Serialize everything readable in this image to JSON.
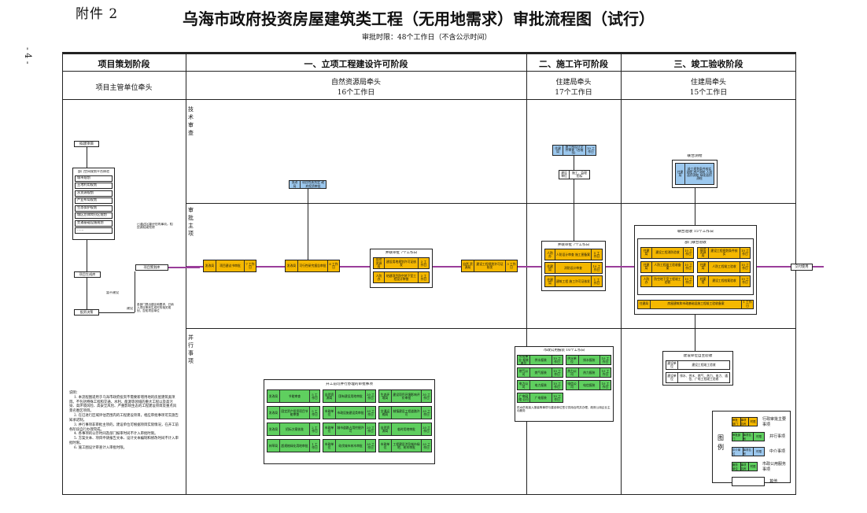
{
  "header": {
    "attachment": "附件 2",
    "title": "乌海市政府投资房屋建筑类工程（无用地需求）审批流程图（试行）",
    "subtitle": "审批时限：48个工作日（不含公示时间）",
    "page_number": "- 4 -"
  },
  "stages": [
    {
      "name": "项目策划阶段",
      "lead": "项目主管单位牵头",
      "days": ""
    },
    {
      "name": "一、立项工程建设许可阶段",
      "lead": "自然资源局牵头",
      "days": "16个工作日"
    },
    {
      "name": "二、施工许可阶段",
      "lead": "住建局牵头",
      "days": "17个工作日"
    },
    {
      "name": "三、竣工验收阶段",
      "lead": "住建局牵头",
      "days": "15个工作日"
    }
  ],
  "row_labels": {
    "tech": [
      "技",
      "术",
      "审",
      "查"
    ],
    "main": [
      "审",
      "批",
      "主",
      "项"
    ],
    "parallel": [
      "并",
      "行",
      "事",
      "项"
    ]
  },
  "planning": {
    "project_approval": "拟建项目",
    "platform_title": "部门空间规划平台体验",
    "platform_items": [
      "城市规划",
      "土地利用规划",
      "水资源规划",
      "产业布局规划",
      "生态保护规划",
      "城区总体和分区规划",
      "交通基础设施规划",
      "……"
    ],
    "project_generation": "项目生成库",
    "feedback": "暂不建设",
    "decision": "投资决策",
    "build": "建设",
    "note1": "已通过区域评估的事项，相应减轻或免除",
    "note2": "各部门提出建议和要求，已纳入项目策划生成时的相关规划，告知项目单位",
    "project_plan": "项目策划库"
  },
  "stage1": {
    "tech_box": [
      "发改局",
      "项目性质判定 政府投资审批"
    ],
    "main_boxes": [
      [
        "发改局",
        "项目建议书审批",
        "7 工作日"
      ],
      [
        "发改局",
        "可行性研究报告审批",
        "6 工作日"
      ],
      [
        "自然 资源局",
        "建设工程规划许可证核发",
        "3 工作日"
      ]
    ],
    "group_title": "并联审批 7个工作日",
    "group_boxes": [
      [
        "自然 资源局",
        "建设用地规划许可证核发",
        "3 工作日"
      ],
      [
        "人防办",
        "结建项目防空地下室工程设计审查",
        "3 工作日"
      ]
    ]
  },
  "stage2": {
    "tech_box": [
      "住建局",
      "施工图设计文件审查（合格书）",
      "10 工作日"
    ],
    "tech_sub": [
      "建设 单位",
      "施工、监理 招标"
    ],
    "group_title": "并联审批 7个工作日",
    "group_boxes": [
      [
        "人防办",
        "人防设计审查 施工图备案",
        "5 工作日"
      ],
      [
        "住建局",
        "消防设计审查",
        "10 工作日"
      ],
      [
        "住建局",
        "建筑工程 施工许可证核发",
        "1 工作日"
      ]
    ],
    "public_title": "市政公用报装 16个工作日",
    "public_boxes": [
      [
        "公用事业 报装单位",
        "供水报装",
        "10 工作日"
      ],
      [
        "供水单位",
        "排水报装",
        "10 工作日"
      ],
      [
        "燃气公司",
        "燃气报装",
        "10 工作日"
      ],
      [
        "电力公司",
        "电力报装",
        "10 工作日"
      ],
      [
        "电信公司",
        "电信报装",
        "10 工作日"
      ],
      [
        "热力公司",
        "热力报装",
        "10 工作日"
      ],
      [
        "广电网络 公司",
        "广电报装",
        "10 工作日"
      ]
    ],
    "public_note": "供水供电接入报装等事项与建设单位签订供用合同并办理，政府公用企业主动服务"
  },
  "stage3": {
    "tech_title": "联合测绘",
    "tech_box": [
      "住建局",
      "竣工规划条件核实测绘 房产测绘 人防面积测绘 绿化面积测绘"
    ],
    "main_title": "联合验收 15个工作日",
    "sub_title": "部门联合验收",
    "accept_boxes": [
      [
        "住建局",
        "建设工程消防验收",
        "10 工作日"
      ],
      [
        "自然 资源局",
        "建设工程规划条件核实",
        "10 工作日"
      ],
      [
        "住建局",
        "人防工程竣工验收备案",
        "10 工作日"
      ],
      [
        "住建局",
        "人防工程竣工验收",
        "10 工作日"
      ],
      [
        "人防办",
        "防空地下室工程竣工验收",
        "10 工作日"
      ],
      [
        "档案馆",
        "建设工程档案验收",
        "10 工作日"
      ]
    ],
    "final_box": [
      "住建局",
      "房屋建筑和市政基础设施工程竣工验收备案",
      "1 工作日"
    ],
    "delivery": "交付使用",
    "self_title": "建设单位自主验收",
    "self_rows": [
      [
        "建设单位",
        "建设工程竣工验收"
      ],
      [
        "建设单位",
        "排水、供水、燃气、热力、电力、通信、广电工程竣工验收"
      ]
    ]
  },
  "parallel_box": {
    "title": "开工前可并行办理的审批事项",
    "items": [
      [
        "发改局",
        "节能审查",
        "5 工作日"
      ],
      [
        "自然资源局",
        "国有建设用地审批",
        "20 工作日"
      ],
      [
        "生态环境局",
        "建设项目环境影响评价审批",
        "30 工作日"
      ],
      [
        "发改局",
        "固定资产投资项目节能审查",
        "5 工作日"
      ],
      [
        "市政单位",
        "市政设施建设类审批",
        "20 工作日"
      ],
      [
        "交通运输局",
        "城镇建设工程道路许可",
        "20 工作日"
      ],
      [
        "发改局",
        "招标方案核准",
        "2 工作日"
      ],
      [
        "市政单位",
        "城市道路占用挖掘许可",
        "20 工作日"
      ],
      [
        "自然资源局",
        "临时用地审批",
        "20 工作日"
      ],
      [
        "林草局",
        "超规格绿化用地审批",
        "1 工作日"
      ],
      [
        "市政单位",
        "砍伐城市树木审批",
        "20 工作日"
      ],
      [
        "市政单位",
        "工程建设涉及城市绿地、树木审批",
        "20 工作日"
      ]
    ]
  },
  "notes": [
    "说明：",
    "1. 本流程图适用于乌海市政府投资不需要新增用地的房屋建筑类项目。不包括特殊工程和交通、水利、能源等领域的重大工程以及高污染、高环境风险、高安全风险、严重影响生态的工程建设项目及重点风景名胜区项目。",
    "2. 在已进行区域评估范围内的工程建设项目，相应审批事项可实施告知承诺制。",
    "3. 并行事项非审批主项的，建设单位可根据项目实际情况，在开工前各阶段自行办理完成。",
    "4. 各事项的公示时间及部门报审时间不计入审批时限。",
    "5. 方案文本、项目申请报告文本、设计文本编制和修改时间不计入审批时限。",
    "6. 施工图设计审查计入审批时限。"
  ],
  "legend": {
    "label": [
      "图",
      "例"
    ],
    "items": [
      {
        "cells": [
          "审批部门",
          "事项名称",
          "时限"
        ],
        "color": "#f5b800",
        "text": "行政审批主要事项"
      },
      {
        "cells": [
          "审批部门",
          "事项名称",
          "时限"
        ],
        "color": "#5fcf5f",
        "text": "并行事项"
      },
      {
        "cells": [
          "中介单位",
          "事项名称",
          "时限"
        ],
        "color": "#9cc8ee",
        "text": "中介事项"
      },
      {
        "cells": [
          "服务单位",
          "事项名称",
          "时限"
        ],
        "color": "#5fcf5f",
        "text": "市政公用服务事项"
      },
      {
        "cells": [
          ""
        ],
        "color": "#ffffff",
        "text": "其他"
      }
    ]
  }
}
